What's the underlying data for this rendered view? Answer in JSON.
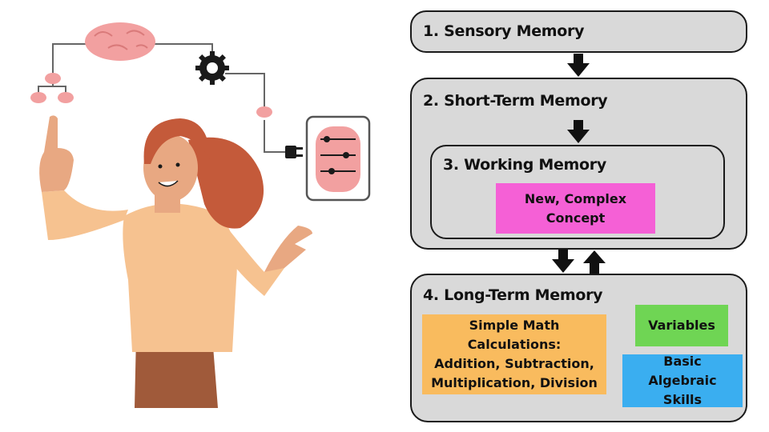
{
  "stages": {
    "sensory": {
      "label": "1. Sensory Memory"
    },
    "short_term": {
      "label": "2. Short-Term Memory"
    },
    "working": {
      "label": "3. Working Memory",
      "concept_lines": [
        "New, Complex",
        "Concept"
      ]
    },
    "long_term": {
      "label": "4. Long-Term Memory",
      "items": [
        {
          "lines": [
            "Simple Math Calculations:",
            "Addition, Subtraction,",
            "Multiplication, Division"
          ],
          "color": "#f9bb5e"
        },
        {
          "lines": [
            "Variables"
          ],
          "color": "#6fd554"
        },
        {
          "lines": [
            "Basic Algebraic",
            "Skills"
          ],
          "color": "#3aaef0"
        }
      ]
    }
  },
  "colors": {
    "box_fill": "#d9d9d9",
    "new_concept": "#f560d6",
    "skin": "#e8a882",
    "hair": "#c45a3a",
    "sweater": "#f6c290",
    "pants": "#a05a3a",
    "brain": "#f2a0a0"
  },
  "icons": [
    "brain-icon",
    "gear-icon",
    "plug-icon",
    "sliders-icon"
  ]
}
